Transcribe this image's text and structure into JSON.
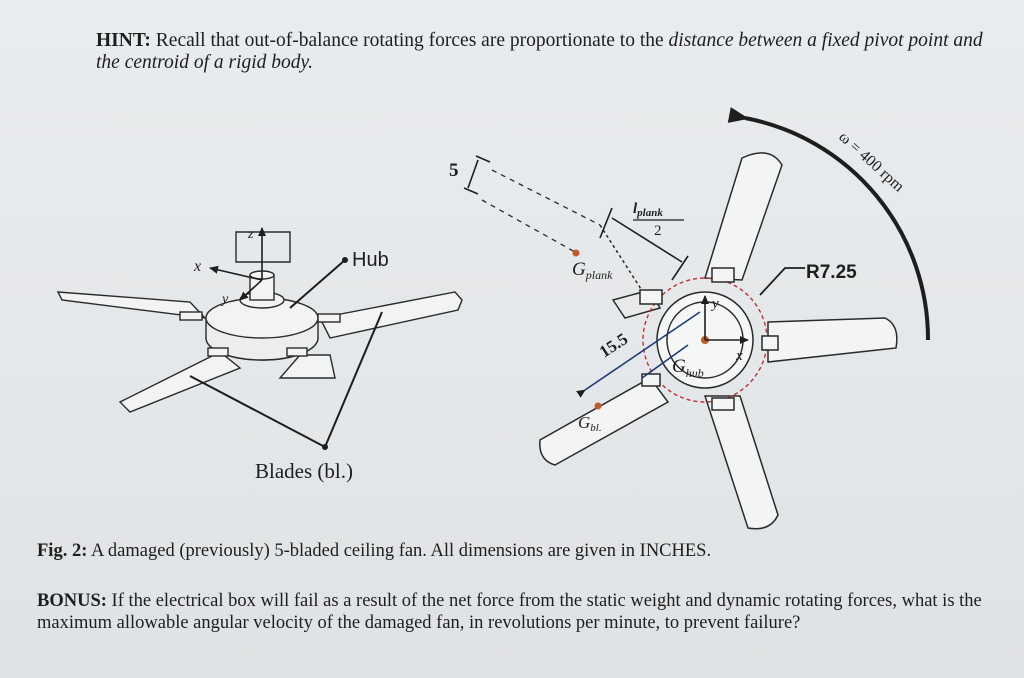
{
  "hint": {
    "label": "HINT:",
    "text_plain": " Recall that out-of-balance rotating forces are proportionate to the ",
    "text_italic": "distance between a fixed pivot point and the centroid of a rigid body."
  },
  "figure": {
    "left": {
      "hub_label": "Hub",
      "blades_label": "Blades (bl.)",
      "axis_x": "x",
      "axis_y": "y",
      "axis_z": "z"
    },
    "right": {
      "dim_5": "5",
      "l_plank": "l",
      "l_plank_sub": "plank",
      "l_plank_den": "2",
      "g_plank": "G",
      "g_plank_sub": "plank",
      "dim_15_5": "15.5",
      "g_hub": "G",
      "g_hub_sub": "hub",
      "g_bl": "G",
      "g_bl_sub": "bl.",
      "radius": "R7.25",
      "omega": "ω = 400 rpm",
      "axis_x": "x",
      "axis_y": "y"
    }
  },
  "caption": {
    "label": "Fig. 2:",
    "text": " A damaged (previously) 5-bladed ceiling fan.  All dimensions are given in INCHES."
  },
  "bonus": {
    "label": "BONUS:",
    "text": " If the electrical box will fail as a result of the net force from the static weight and dynamic rotating forces, what is the maximum allowable angular velocity of the damaged fan, in revolutions per minute, to prevent failure?"
  }
}
